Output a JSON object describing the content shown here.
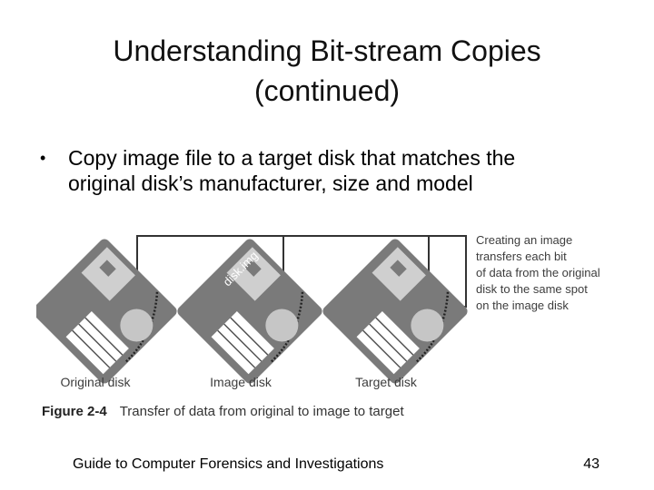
{
  "title": {
    "line1": "Understanding Bit-stream Copies",
    "line2": "(continued)"
  },
  "bullets": [
    {
      "line1": "Copy image file to a target disk that matches the",
      "line2": "original disk’s manufacturer, size and model"
    }
  ],
  "figure": {
    "callout": [
      "Creating an image",
      "transfers each bit",
      "of data from the original",
      "disk to the same spot",
      "on the image disk"
    ],
    "disks": [
      {
        "label": "Original disk",
        "sticker_text": ""
      },
      {
        "label": "Image disk",
        "sticker_text": "disk.img"
      },
      {
        "label": "Target disk",
        "sticker_text": ""
      }
    ],
    "caption_number": "Figure 2-4",
    "caption_text": "Transfer of data from original to image to target",
    "colors": {
      "disk": "#7a7a7a",
      "shutter": "#c6c6c6",
      "line": "#333333"
    }
  },
  "footer": {
    "text": "Guide to Computer Forensics and Investigations",
    "page": "43"
  }
}
